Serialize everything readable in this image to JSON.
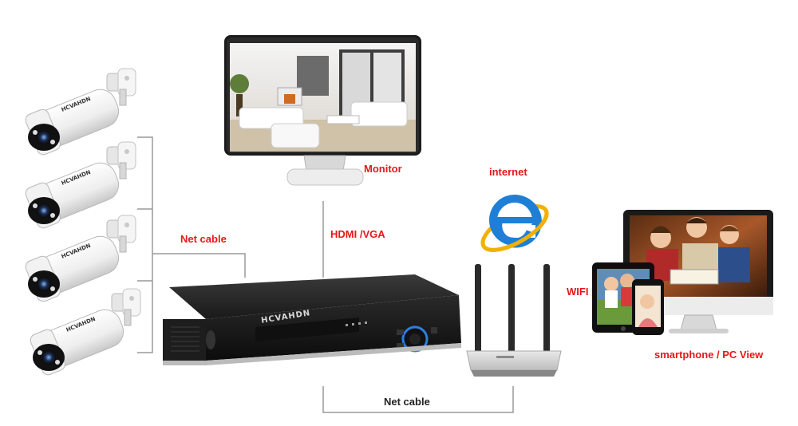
{
  "labels": {
    "net_cable_left": "Net cable",
    "hdmi_vga": "HDMI /VGA",
    "monitor": "Monitor",
    "internet": "internet",
    "wifi": "WIFI",
    "smartphone_pc_view": "smartphone / PC View",
    "net_cable_bottom": "Net cable"
  },
  "branding": {
    "camera_brand": "HCVAHDN",
    "dvr_brand": "HCVAHDN"
  },
  "colors": {
    "label_red": "#e8161a",
    "line_gray": "#9a9a9a",
    "ie_blue": "#1f7fd6"
  }
}
